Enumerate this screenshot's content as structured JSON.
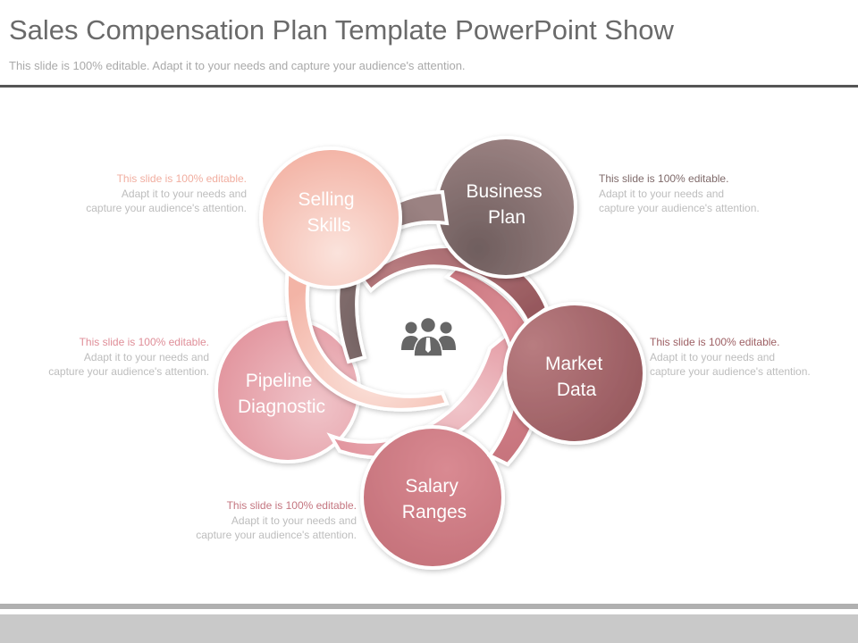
{
  "header": {
    "title": "Sales Compensation Plan Template PowerPoint Show",
    "subtitle": "This slide is 100% editable. Adapt it to your needs and capture your audience's attention."
  },
  "petals": [
    {
      "id": "selling-skills",
      "line1": "Selling",
      "line2": "Skills",
      "color": "#f3b4a6"
    },
    {
      "id": "business-plan",
      "line1": "Business",
      "line2": "Plan",
      "color": "#8e7272"
    },
    {
      "id": "market-data",
      "line1": "Market",
      "line2": "Data",
      "color": "#a5686c"
    },
    {
      "id": "salary-ranges",
      "line1": "Salary",
      "line2": "Ranges",
      "color": "#c77880"
    },
    {
      "id": "pipeline-diagnostic",
      "line1": "Pipeline",
      "line2": "Diagnostic",
      "color": "#e2929c"
    }
  ],
  "center_icon": "team-people-icon",
  "descriptions": [
    {
      "id": "selling-skills",
      "head": "This slide is 100% editable.",
      "body": "Adapt it to your needs and capture your audience's attention.",
      "head_color": "#f1aea0"
    },
    {
      "id": "business-plan",
      "head": "This slide is 100% editable.",
      "body": "Adapt it to your needs and capture your audience's attention.",
      "head_color": "#7f6a6a"
    },
    {
      "id": "market-data",
      "head": "This slide is 100% editable.",
      "body": "Adapt it to your needs and capture your audience's attention.",
      "head_color": "#9d5f63"
    },
    {
      "id": "salary-ranges",
      "head": "This slide is 100% editable.",
      "body": "Adapt it to your needs and capture your audience's attention.",
      "head_color": "#c47680"
    },
    {
      "id": "pipeline-diagnostic",
      "head": "This slide is 100% editable.",
      "body": "Adapt it to your needs and capture your audience's attention.",
      "head_color": "#df8e98"
    }
  ]
}
